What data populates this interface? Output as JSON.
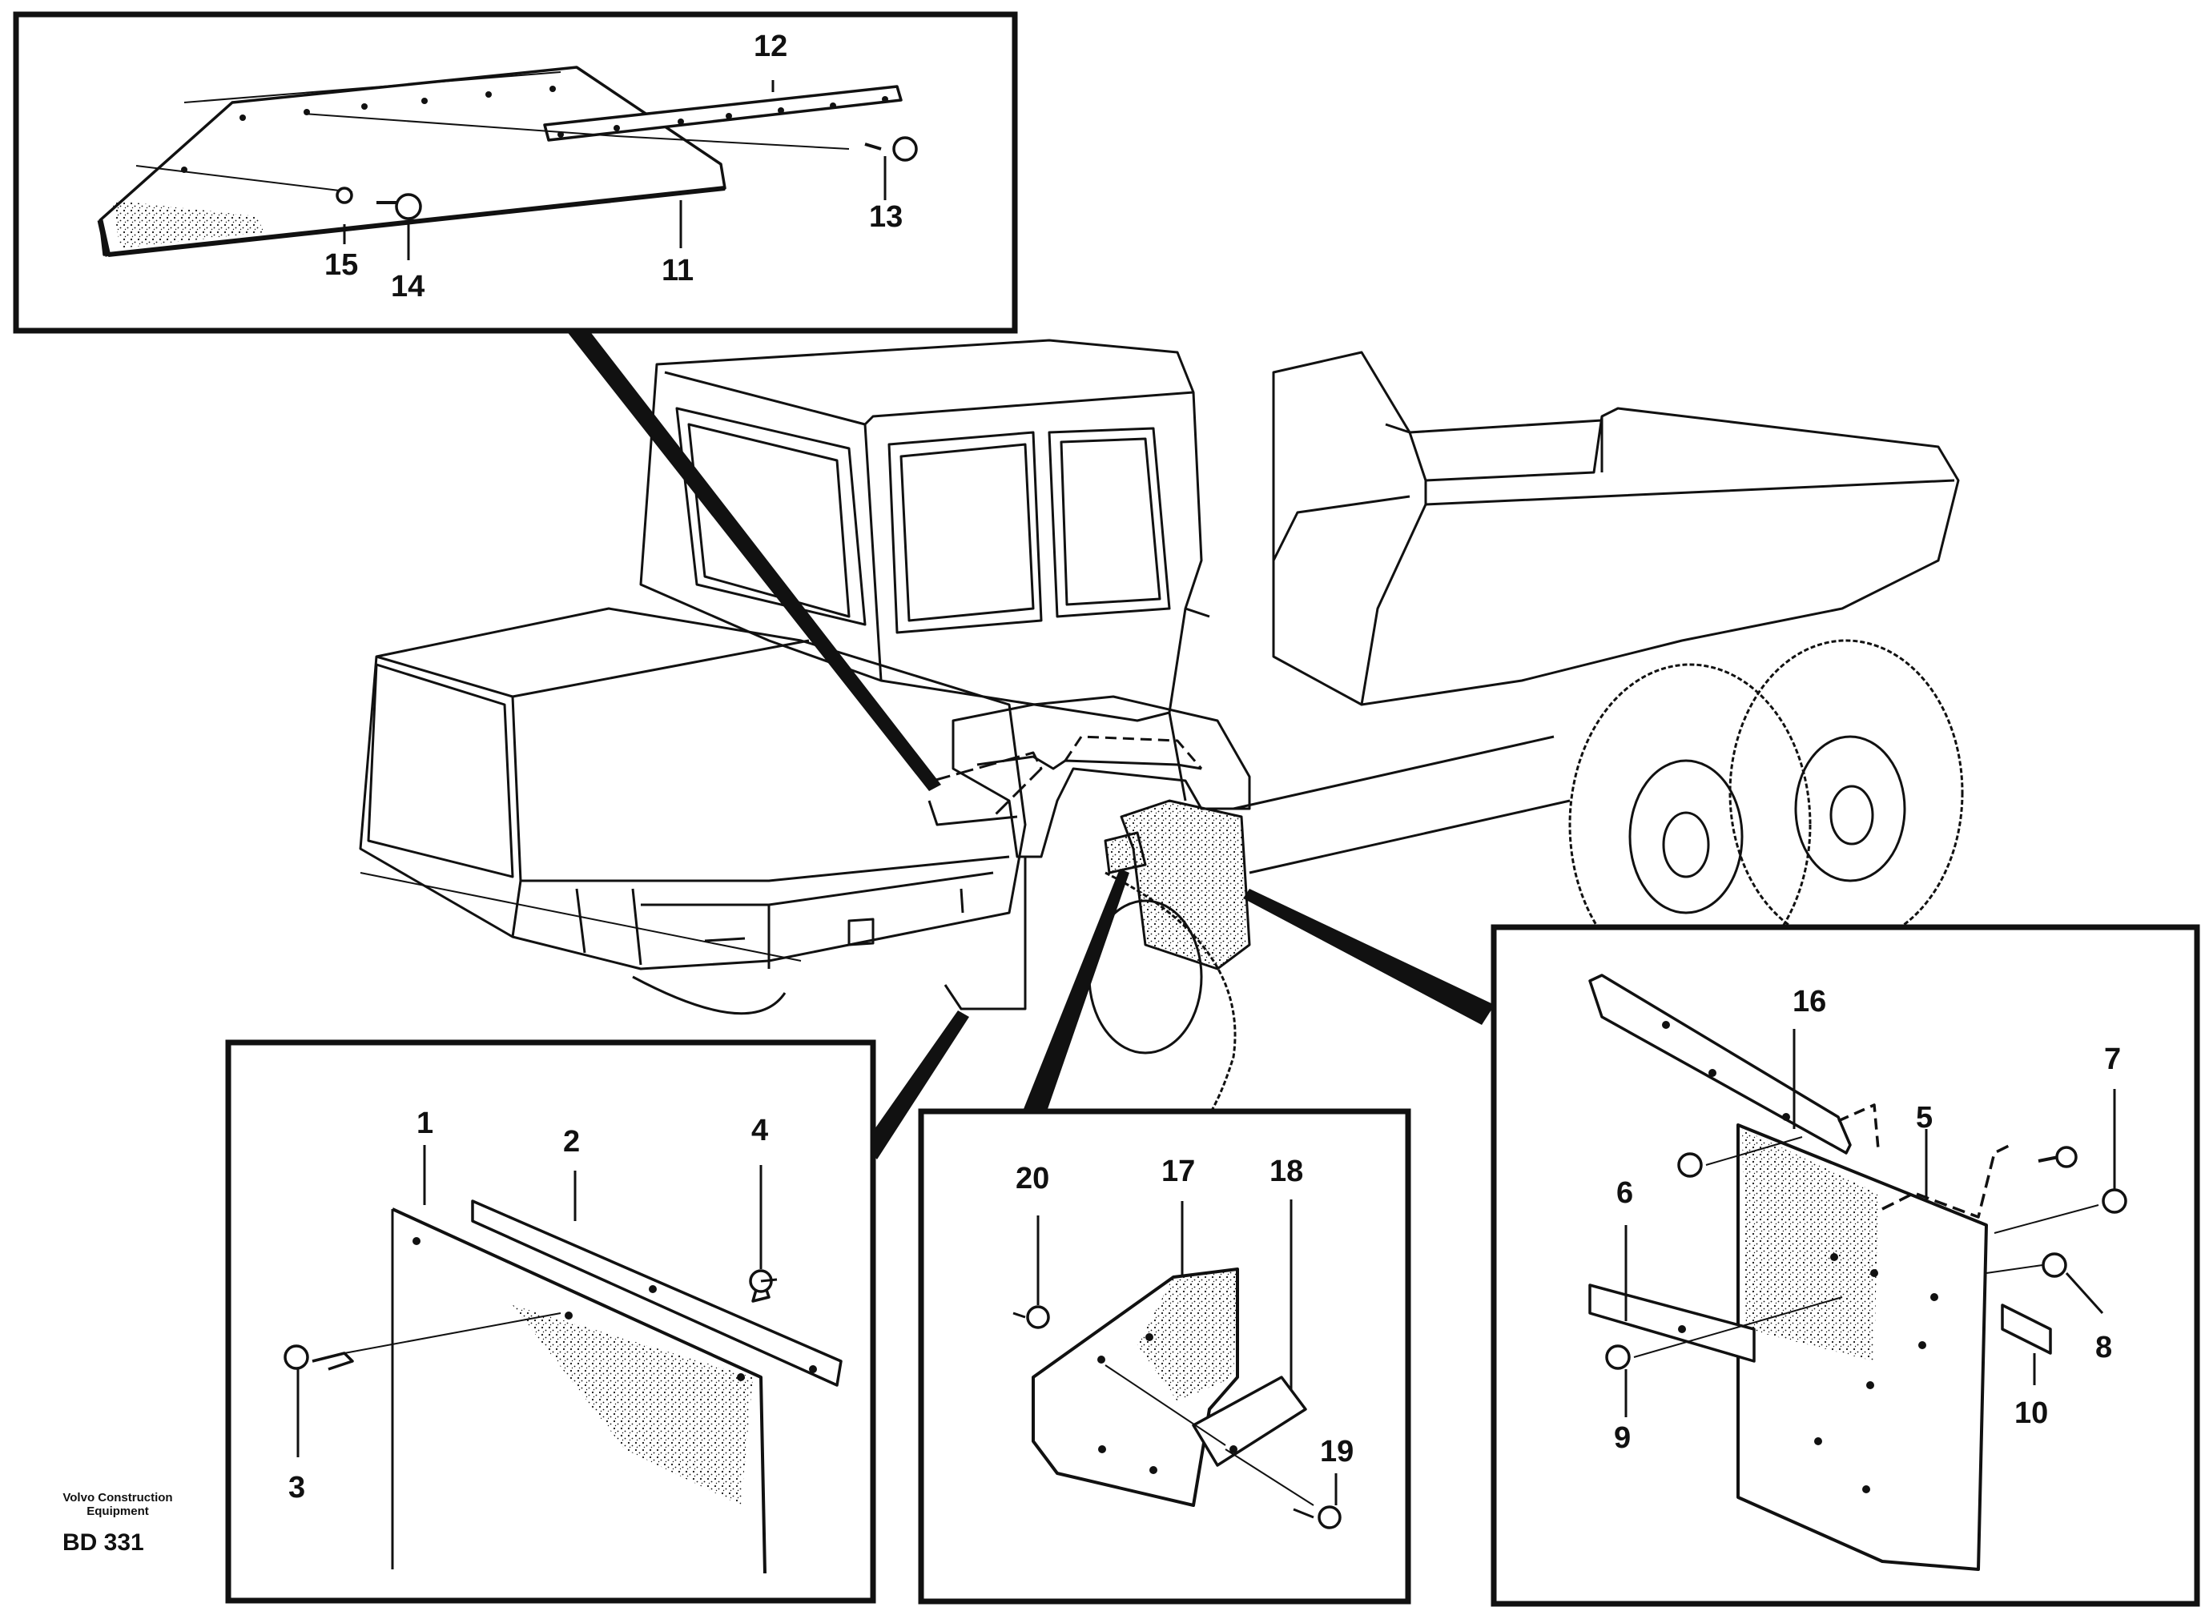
{
  "credit": {
    "line1": "Volvo Construction",
    "line2": "Equipment"
  },
  "figure_code": "BD 331",
  "labels": {
    "p1": "1",
    "p2": "2",
    "p3": "3",
    "p4": "4",
    "p5": "5",
    "p6": "6",
    "p7": "7",
    "p8": "8",
    "p9": "9",
    "p10": "10",
    "p11": "11",
    "p12": "12",
    "p13": "13",
    "p14": "14",
    "p15": "15",
    "p16": "16",
    "p17": "17",
    "p18": "18",
    "p19": "19",
    "p20": "20"
  }
}
